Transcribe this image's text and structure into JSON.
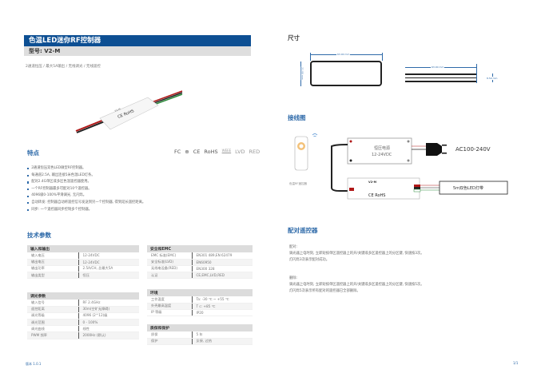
{
  "header": {
    "title": "色温LED迷你RF控制器",
    "model": "型号: V2-M",
    "subtitle": "2通道恒压 / 最大5A输出 / 无线调光 / 无线遥控"
  },
  "features": {
    "heading": "特点",
    "certifications": [
      "FC",
      "⊕",
      "CE",
      "RoHS",
      "WEEE",
      "LVD",
      "RED"
    ],
    "items": [
      "2通道恒压双色LED微型RF控制器。",
      "每通道2.5A, 输出连接5米色温LED灯条。",
      "配对2.4G单区或多区色温遥控器使用。",
      "一个RF控制器最多可配对10个遥控器。",
      "4096级0-100%平滑调光, 无闪烁。",
      "自动转发: 控制器自动将遥控信号发送到另一个控制器, 得到延长遥控距离。",
      "同步: 一个遥控器同步控制多个控制器。"
    ]
  },
  "specs": {
    "heading": "技术参数",
    "input_output": {
      "title": "输入和输出",
      "rows": [
        [
          "输入电压",
          "12-24VDC"
        ],
        [
          "输出电压",
          "12-24VDC"
        ],
        [
          "输出功率",
          "2.5A/CH, 总最大5A"
        ],
        [
          "输出类型",
          "恒压"
        ]
      ]
    },
    "dimming": {
      "title": "调光参数",
      "rows": [
        [
          "输入信号",
          "RF 2.4GHz"
        ],
        [
          "遥控距离",
          "30m(空旷无障碍)"
        ],
        [
          "调光等级",
          "4096 (2^12)级"
        ],
        [
          "调光范围",
          "0 - 100%"
        ],
        [
          "调光曲线",
          "线性"
        ],
        [
          "PWM 频率",
          "2000Hz (默认)"
        ]
      ]
    },
    "safety": {
      "title": "安全和EMC",
      "rows": [
        [
          "EMC 标准(EMC)",
          "EN301 489,EN 62479"
        ],
        [
          "安全标准(LVD)",
          "EN60950"
        ],
        [
          "无线电设备(RED)",
          "EN300 328"
        ],
        [
          "认证",
          "CE,EMC,LVD,RED"
        ]
      ]
    },
    "environment": {
      "title": "环境",
      "rows": [
        [
          "工作温度",
          "Ta: -30 ℃ ~ +55 ℃"
        ],
        [
          "外壳最高温度",
          "T c: +85 ℃"
        ],
        [
          "IP 等级",
          "IP20"
        ]
      ]
    },
    "warranty": {
      "title": "质保和保护",
      "rows": [
        [
          "质保",
          "5 年"
        ],
        [
          "保护",
          "反接, 过热"
        ]
      ]
    }
  },
  "dimensions": {
    "heading": "尺寸",
    "length": "63.00 mm",
    "width": "21.00 mm",
    "length2": "63.00 mm",
    "height": "8.50 mm"
  },
  "wiring": {
    "heading": "接线图",
    "psu_label": "恒压电源",
    "psu_voltage": "12-24VDC",
    "ac_label": "AC100-240V",
    "remote_label": "色温RF遥控器",
    "strip_label": "5m双色LED灯带",
    "controller_model": "V2-M"
  },
  "pairing": {
    "heading": "配对遥控器",
    "pair_title": "配对:",
    "pair_line1": "调光器上电时刻, 立即短按单区遥控器上的开/关键或多区遥控器上的分区键, 快速按3次。",
    "pair_line2": "灯闪烁3次表示配对成功。",
    "delete_title": "删除:",
    "delete_line1": "调光器上电时刻, 立即短按单区遥控器上的开/关键或多区遥控器上的分区键, 快速按5次。",
    "delete_line2": "灯闪烁5次表示所有配对的遥控器已全部删除。"
  },
  "footer": {
    "version": "版本 1.0.1",
    "page": "1/1"
  },
  "colors": {
    "brand_blue": "#0d4f93",
    "heading_blue": "#2e6aa9",
    "model_gray": "#dedede"
  }
}
